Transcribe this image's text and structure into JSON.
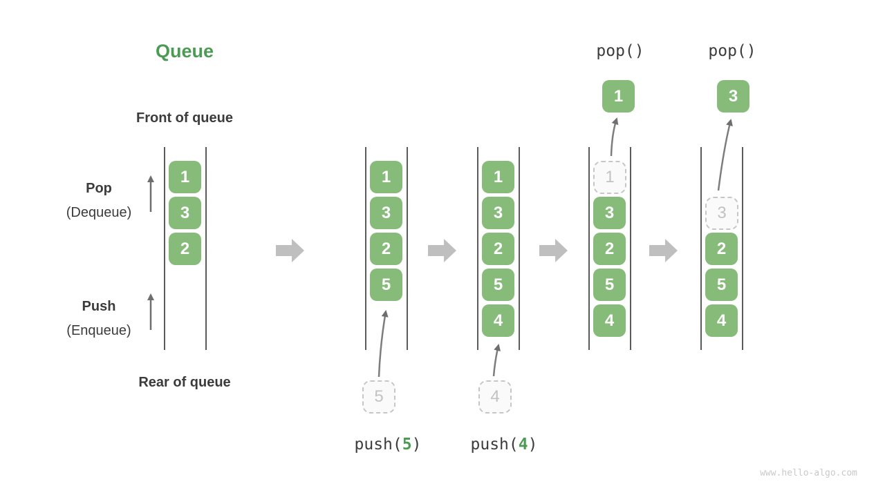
{
  "title": "Queue",
  "side_labels": {
    "front": "Front of queue",
    "rear": "Rear of queue",
    "pop": "Pop",
    "pop_alt": "(Dequeue)",
    "push": "Push",
    "push_alt": "(Enqueue)"
  },
  "operations": {
    "pop_first": "pop()",
    "pop_second": "pop()",
    "push_first": {
      "name": "push(",
      "arg": "5",
      "close": ")"
    },
    "push_second": {
      "name": "push(",
      "arg": "4",
      "close": ")"
    }
  },
  "queues": [
    {
      "items": [
        {
          "value": "1"
        },
        {
          "value": "3"
        },
        {
          "value": "2"
        }
      ]
    },
    {
      "items": [
        {
          "value": "1"
        },
        {
          "value": "3"
        },
        {
          "value": "2"
        },
        {
          "value": "5"
        }
      ]
    },
    {
      "items": [
        {
          "value": "1"
        },
        {
          "value": "3"
        },
        {
          "value": "2"
        },
        {
          "value": "5"
        },
        {
          "value": "4"
        }
      ]
    },
    {
      "items": [
        {
          "value": "1",
          "ghost": true
        },
        {
          "value": "3"
        },
        {
          "value": "2"
        },
        {
          "value": "5"
        },
        {
          "value": "4"
        }
      ]
    },
    {
      "items": [
        {
          "value": "3",
          "ghost": true
        },
        {
          "value": "2"
        },
        {
          "value": "5"
        },
        {
          "value": "4"
        }
      ]
    }
  ],
  "pending": {
    "first": "5",
    "second": "4"
  },
  "popped": {
    "first": "1",
    "second": "3"
  },
  "watermark": "www.hello-algo.com",
  "colors": {
    "box_green": "#86BB7A",
    "title_green": "#4C9B55",
    "text_dark": "#3C3C3C",
    "block_arrow_gray": "#BFBFBF",
    "thin_arrow_gray": "#7D7D7D",
    "ghost_gray": "#C6C6C6",
    "column_line": "#5A5A5A"
  }
}
